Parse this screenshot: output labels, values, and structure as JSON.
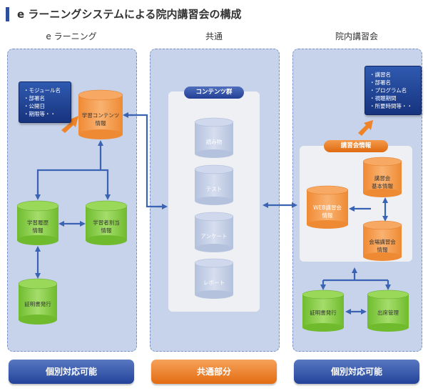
{
  "title": "e ラーニングシステムによる院内講習会の構成",
  "columns": {
    "elearning": "e ラーニング",
    "common": "共通",
    "seminar": "院内講習会"
  },
  "left": {
    "note_items": [
      "・モジュール名",
      "・部署名",
      "・公開日",
      "・期限等・・"
    ],
    "content_info": [
      "学習コンテンツ",
      "情報"
    ],
    "history": [
      "学習履歴",
      "情報"
    ],
    "assignee": [
      "学習者割当",
      "情報"
    ],
    "certificate": "証明書発行"
  },
  "center": {
    "label": "コンテンツ群",
    "items": [
      "読み物",
      "テスト",
      "アンケート",
      "レポート"
    ]
  },
  "right": {
    "note_items": [
      "・講習名",
      "・部署名",
      "・プログラム名",
      "・視聴期間",
      "・所要時間等・・"
    ],
    "label": "講習会情報",
    "basic": [
      "講習会",
      "基本情報"
    ],
    "web": [
      "WEB講習会",
      "情報"
    ],
    "venue": [
      "会場講習会",
      "情報"
    ],
    "certificate": "証明書発行",
    "attendance": "出席管理"
  },
  "buttons": {
    "left": "個別対応可能",
    "center": "共通部分",
    "right": "個別対応可能"
  },
  "colors": {
    "panel": "#c7d3ea",
    "orange": "#f6a25a",
    "green": "#8fd04e",
    "grey_cyl": "#c8d3e8",
    "arrow": "#3a63b3"
  }
}
